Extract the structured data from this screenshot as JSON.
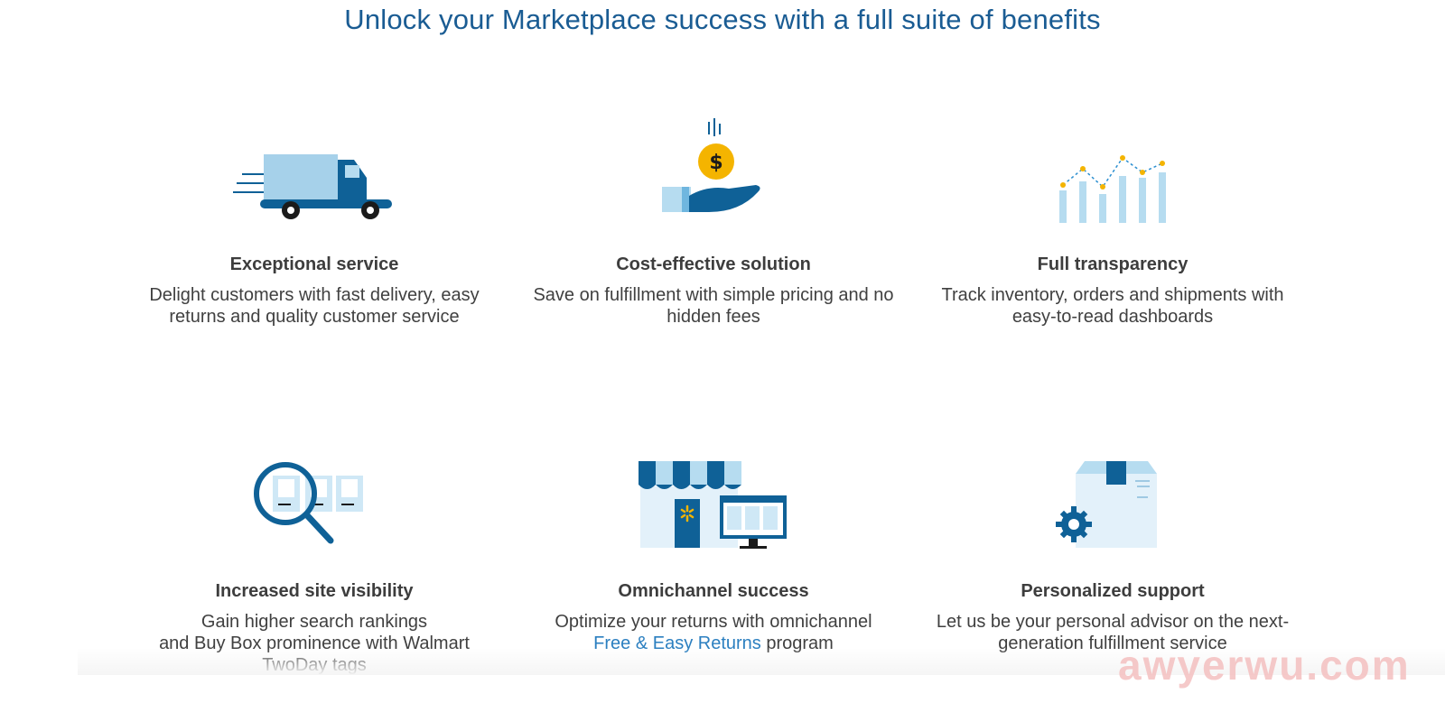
{
  "page": {
    "title": "Unlock your Marketplace success with a full suite of benefits"
  },
  "cards": [
    {
      "icon": "delivery-truck-icon",
      "heading": "Exceptional service",
      "desc": "Delight customers with fast delivery, easy returns and quality customer service"
    },
    {
      "icon": "dollar-coin-hand-icon",
      "heading": "Cost-effective solution",
      "desc": "Save on fulfillment with simple pricing and no hidden fees"
    },
    {
      "icon": "bar-line-chart-icon",
      "heading": "Full transparency",
      "desc": "Track inventory, orders and shipments with easy-to-read dashboards"
    },
    {
      "icon": "magnifier-search-icon",
      "heading": "Increased site visibility",
      "desc_line1": "Gain higher search rankings",
      "desc_line2": "and Buy Box prominence with Walmart TwoDay tags"
    },
    {
      "icon": "storefront-monitor-icon",
      "heading": "Omnichannel success",
      "desc_line1": "Optimize your returns with omnichannel",
      "desc_link": "Free & Easy Returns",
      "desc_after": " program"
    },
    {
      "icon": "box-gear-icon",
      "heading": "Personalized support",
      "desc": "Let us be your personal advisor on the next-generation fulfillment service"
    }
  ],
  "colors": {
    "brand_blue": "#1a5c93",
    "dark_blue": "#0f6197",
    "light_blue": "#b6dcf0",
    "link": "#2b7fc0",
    "gold": "#f4b400"
  },
  "watermark": "awyerwu.com"
}
